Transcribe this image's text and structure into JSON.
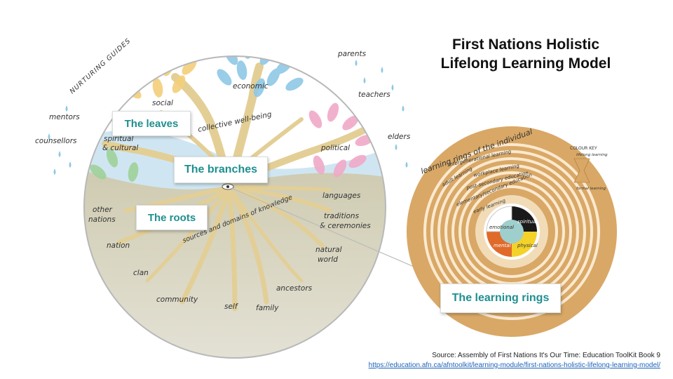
{
  "title_lines": [
    "First Nations Holistic",
    "Lifelong Learning Model"
  ],
  "boxes": {
    "leaves": "The leaves",
    "branches": "The branches",
    "roots": "The roots",
    "rings": "The learning rings"
  },
  "tree_labels": {
    "nurturing_guides": "NURTURING GUIDES",
    "mentors": "mentors",
    "counsellors": "counsellors",
    "parents": "parents",
    "teachers": "teachers",
    "elders": "elders",
    "social": "social",
    "economic": "economic",
    "spiritual_cultural_1": "spiritual",
    "spiritual_cultural_2": "& cultural",
    "collective_wellbeing": "collective well-being",
    "political": "political",
    "languages": "languages",
    "traditions_1": "traditions",
    "traditions_2": "& ceremonies",
    "other_nations_1": "other",
    "other_nations_2": "nations",
    "nation": "nation",
    "sources": "sources and domains of knowledge",
    "natural_world_1": "natural",
    "natural_world_2": "world",
    "clan": "clan",
    "ancestors": "ancestors",
    "community": "community",
    "self": "self",
    "family": "family"
  },
  "ring_labels": {
    "heading": "learning rings of the individual",
    "intergenerational": "intergenerational learning",
    "adult": "adult learning",
    "workplace": "workplace learning",
    "post_secondary": "post-secondary education",
    "elementary_secondary": "elementary/secondary education",
    "early": "early learning",
    "spiritual": "spiritual",
    "emotional": "emotional",
    "physical": "physical",
    "mental": "mental",
    "colour_key": "COLOUR KEY",
    "lifelong_learning": "lifelong learning",
    "formal_learning": "formal learning"
  },
  "source": {
    "line": "Source: Assembly of First Nations It's Our Time: Education ToolKit Book 9",
    "url": "https://education.afn.ca/afntoolkit/learning-module/first-nations-holistic-lifelong-learning-model/"
  },
  "colors": {
    "accent_teal": "#1f8f8f",
    "sky_blue": "#cfe6f2",
    "ground": "#c9c6b0",
    "ring_tan": "#d9a866",
    "trunk": "#e3cf96",
    "leaf_yellow": "#f3cf7a",
    "leaf_blue": "#8ec8e6",
    "leaf_pink": "#f0a9c8",
    "leaf_green": "#9fd19a"
  }
}
